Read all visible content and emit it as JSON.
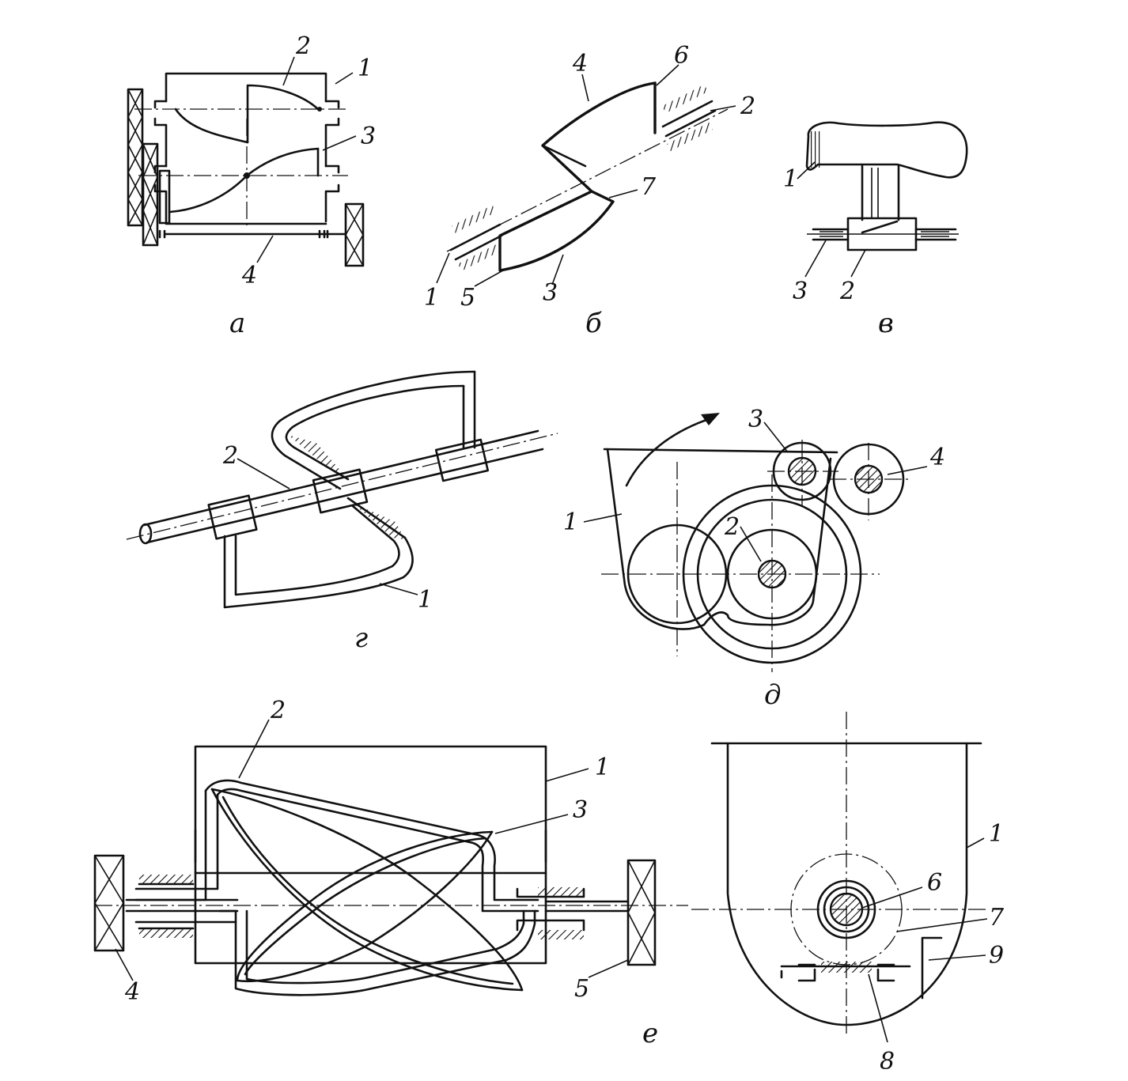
{
  "captions": {
    "a": "а",
    "b": "б",
    "v": "в",
    "g": "г",
    "d": "д",
    "e": "е"
  },
  "labels": {
    "a": {
      "1": "1",
      "2": "2",
      "3": "3",
      "4": "4"
    },
    "b": {
      "1": "1",
      "2": "2",
      "3": "3",
      "4": "4",
      "5": "5",
      "6": "6",
      "7": "7"
    },
    "v": {
      "1": "1",
      "2": "2",
      "3": "3"
    },
    "g": {
      "1": "1",
      "2": "2"
    },
    "d": {
      "1": "1",
      "2": "2",
      "3": "3",
      "4": "4"
    },
    "e": {
      "1": "1",
      "2": "2",
      "3": "3",
      "4": "4",
      "5": "5"
    },
    "es": {
      "1": "1",
      "6": "6",
      "7": "7",
      "8": "8",
      "9": "9"
    }
  },
  "colors": {
    "ink": "#111111",
    "paper": "#ffffff"
  }
}
